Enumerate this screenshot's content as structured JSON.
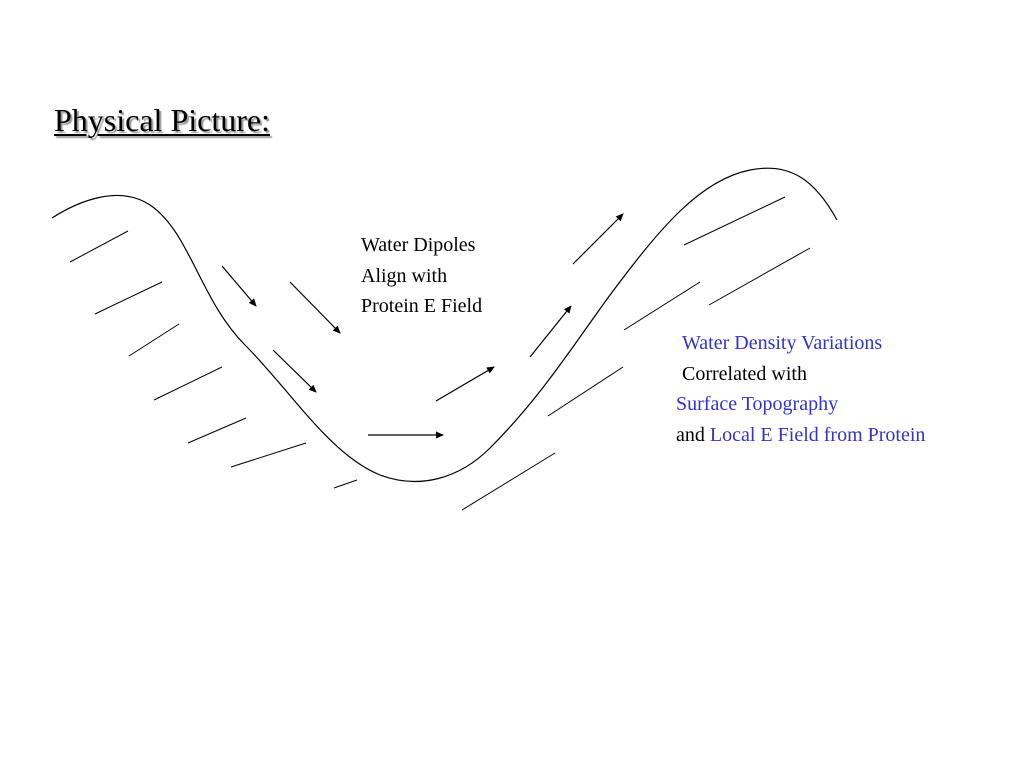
{
  "title": "Physical Picture:",
  "dipole_label": {
    "line1": "Water Dipoles",
    "line2": "Align with",
    "line3": "Protein E Field"
  },
  "density_text": {
    "line1": "Water Density Variations",
    "line2": "Correlated with",
    "line3": "Surface Topography",
    "line4_prefix": "and",
    "line4_highlight": "Local E Field from Protein"
  },
  "colors": {
    "highlight_text": "#3333cc",
    "line_color": "#000000"
  }
}
